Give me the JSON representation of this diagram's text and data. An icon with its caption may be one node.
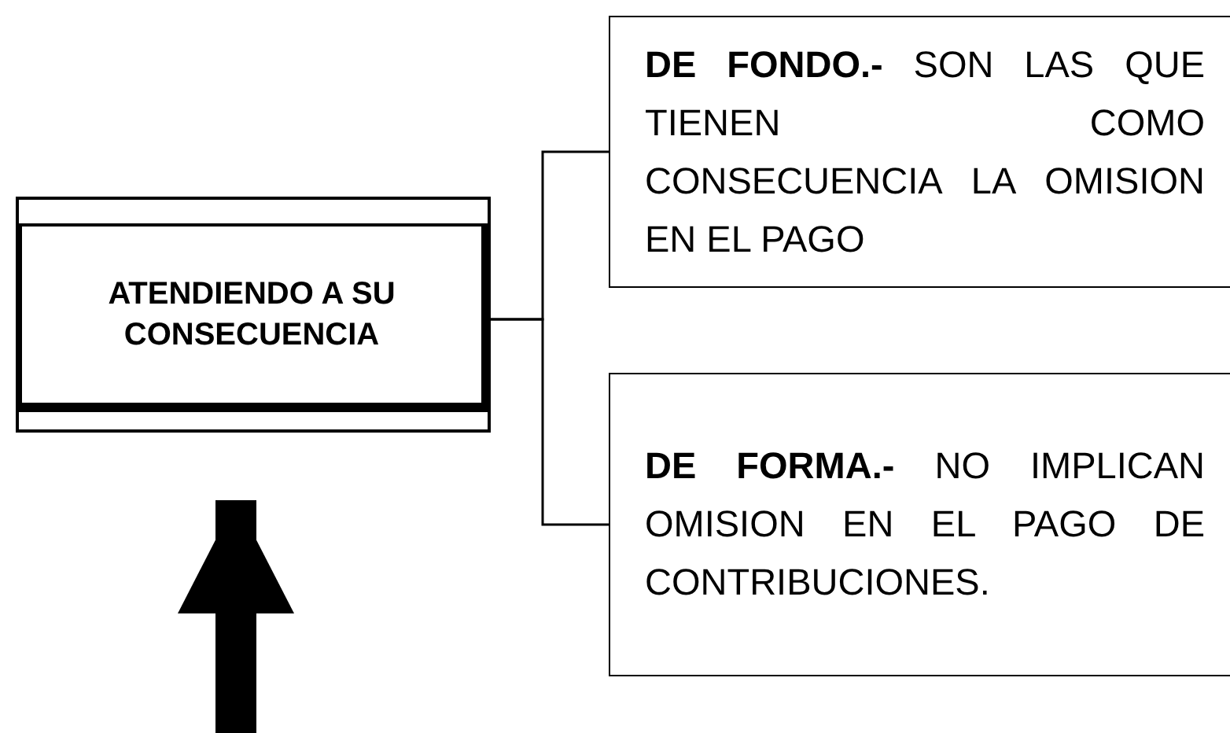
{
  "diagram": {
    "nodes": [
      {
        "text": [
          "ATENDIENDO A SU CONSECUENCIA"
        ]
      },
      {
        "text": [
          "**DE FONDO.-** SON LAS QUE TIENEN COMO CONSECUENCIA LA OMISION EN EL PAGO"
        ]
      },
      {
        "text": [
          "**DE FORMA.-** NO IMPLICAN OMISION EN EL PAGO DE CONTRIBUCIONES."
        ]
      }
    ],
    "edges": [
      {
        "from": 0,
        "to": 1,
        "arrow": "none"
      },
      {
        "from": 0,
        "to": 2,
        "arrow": "none"
      },
      {
        "from": null,
        "to": 0,
        "arrow": "to",
        "style": "thick"
      }
    ]
  }
}
